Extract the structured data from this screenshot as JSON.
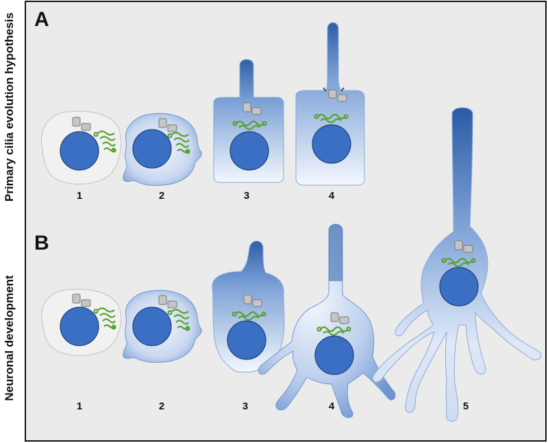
{
  "panels": [
    {
      "letter": "A",
      "side_label": "Primary cilia evolution hypothesis",
      "stages": [
        "1",
        "2",
        "3",
        "4"
      ]
    },
    {
      "letter": "B",
      "side_label": "Neuronal development",
      "stages": [
        "1",
        "2",
        "3",
        "4",
        "5"
      ]
    }
  ],
  "colors": {
    "panel_background": "#ebebeb",
    "panel_border": "#111111",
    "cell_blue": "#2f5ea8",
    "nucleus_blue": "#3a6fc4",
    "golgi_green": "#5aa02c",
    "centriole_gray": "#b8b8b8"
  }
}
